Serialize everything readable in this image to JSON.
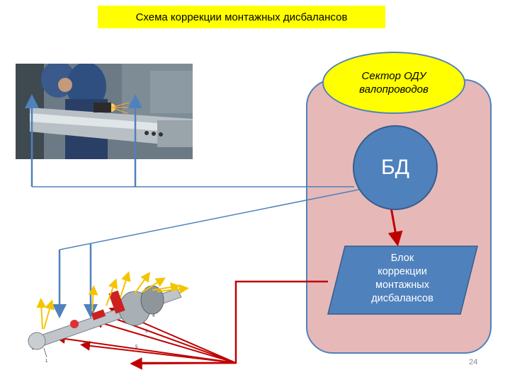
{
  "title": "Схема коррекции монтажных дисбалансов",
  "sector": {
    "label_line1": "Сектор ОДУ",
    "label_line2": "валопроводов"
  },
  "database": {
    "label": "БД"
  },
  "correction_block": {
    "lines": [
      "Блок",
      "коррекции",
      "монтажных",
      "дисбалансов"
    ]
  },
  "page_number": "24",
  "shaft_labels": {
    "l1": "1",
    "l2": "2",
    "l3": "3",
    "l4": "4",
    "l5": "5"
  },
  "colors": {
    "yellow": "#ffff00",
    "blue_fill": "#4f81bd",
    "sector_fill": "#e6b9b8",
    "red_arrow": "#c00000",
    "yellow_arrow": "#f5c400",
    "line_blue": "#4f81bd"
  }
}
